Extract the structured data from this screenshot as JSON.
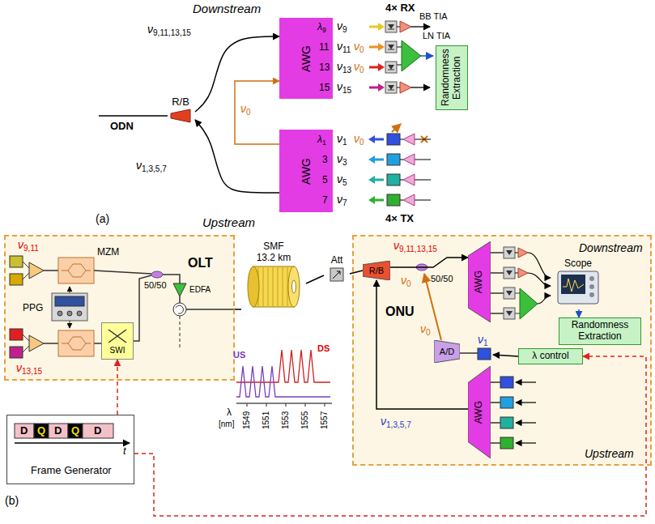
{
  "diagram": {
    "nodes": [
      {
        "text": [
          "R/B"
        ]
      },
      {
        "text": [
          "AWG"
        ]
      },
      {
        "text": [
          "AWG"
        ]
      },
      {
        "text": [
          "Randomness Extraction"
        ]
      },
      {
        "text": [
          "OLT"
        ]
      },
      {
        "text": [
          "SWI"
        ],
        "in": 4
      },
      {
        "text": [
          "SMF",
          "13.2 km"
        ]
      },
      {
        "text": [
          "Att"
        ]
      },
      {
        "text": [
          "ONU"
        ]
      },
      {
        "text": [
          "R/B"
        ],
        "in": 8
      },
      {
        "text": [
          "AWG"
        ],
        "in": 8
      },
      {
        "text": [
          "Scope"
        ],
        "in": 8
      },
      {
        "text": [
          "Randomness Extraction"
        ],
        "in": 8
      },
      {
        "text": [
          "A/D"
        ],
        "in": 8
      },
      {
        "text": [
          "λ control"
        ],
        "in": 8
      },
      {
        "text": [
          "AWG"
        ],
        "in": 8
      },
      {
        "text": [
          "Frame Generator"
        ]
      }
    ],
    "edges": [
      {
        "from": 0,
        "to": 1,
        "arrow": "to"
      },
      {
        "from": 2,
        "to": 0,
        "arrow": "to"
      },
      {
        "from": 2,
        "to": 1,
        "arrow": "to",
        "label": "ν0"
      },
      {
        "from": 4,
        "to": 6,
        "arrow": "none"
      },
      {
        "from": 6,
        "to": 7,
        "arrow": "none"
      },
      {
        "from": 7,
        "to": 9,
        "arrow": "none"
      },
      {
        "from": 9,
        "to": 10,
        "arrow": "to"
      },
      {
        "from": 15,
        "to": 9,
        "arrow": "to"
      },
      {
        "from": 11,
        "to": 12,
        "arrow": "to"
      },
      {
        "from": 16,
        "to": 5,
        "arrow": "to"
      },
      {
        "from": 16,
        "to": 14,
        "arrow": "to"
      }
    ],
    "labels": [
      "Downstream",
      "Upstream",
      "ν9,11,13,15",
      "ν1,3,5,7",
      "ODN",
      "λ9",
      "11",
      "13",
      "15",
      "λ1",
      "3",
      "5",
      "7",
      "ν9",
      "ν11",
      "ν0",
      "ν13",
      "ν0",
      "ν15",
      "ν1",
      "ν0",
      "ν3",
      "ν5",
      "ν7",
      "4× RX",
      "BB TIA",
      "LN TIA",
      "4× TX",
      "(a)",
      "ν9,11",
      "MZM",
      "PPG",
      "ν13,15",
      "50/50",
      "EDFA",
      "US",
      "DS",
      "1549",
      "1551",
      "1553",
      "1555",
      "1557",
      "λ",
      "[nm]",
      "ν9,11,13,15",
      "ν0",
      "50/50",
      "Downstream",
      "ν0",
      "ν1",
      "ν1,3,5,7",
      "Upstream",
      "D",
      "Q",
      "D",
      "Q",
      "D",
      "t",
      "(b)"
    ]
  }
}
